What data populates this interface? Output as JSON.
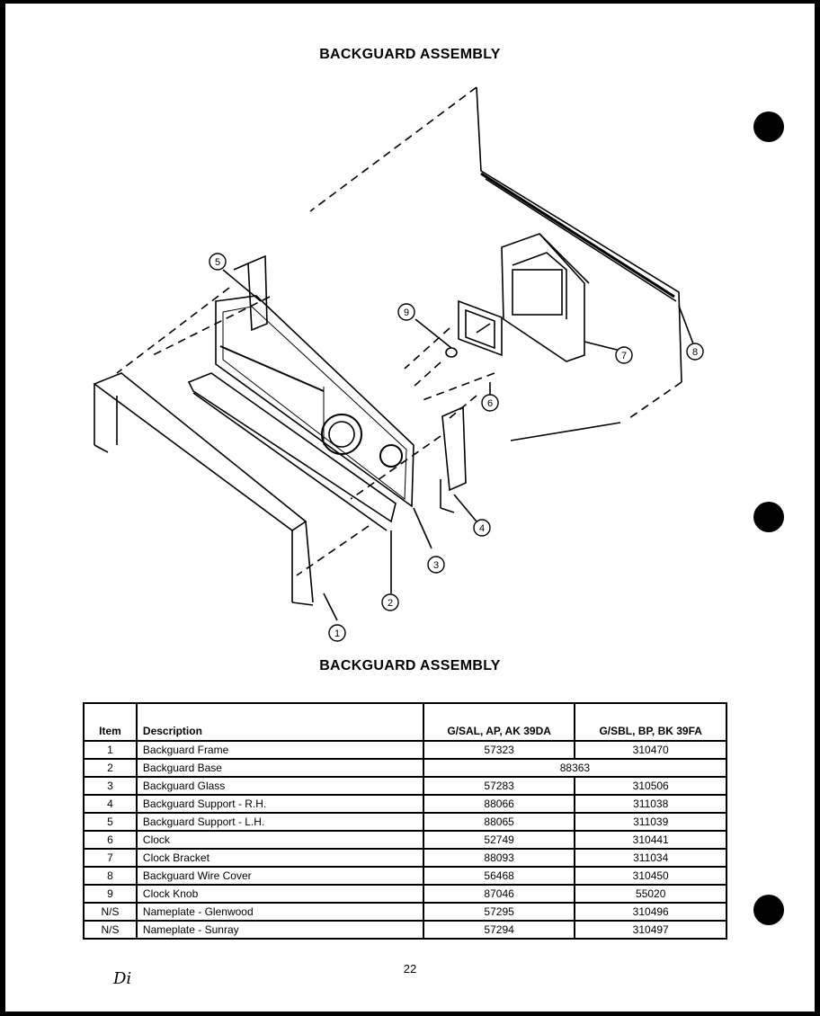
{
  "page": {
    "top_title": "BACKGUARD ASSEMBLY",
    "table_title": "BACKGUARD ASSEMBLY",
    "page_number": "22",
    "signature": "Di"
  },
  "diagram": {
    "callouts": [
      "1",
      "2",
      "3",
      "4",
      "5",
      "6",
      "7",
      "8",
      "9"
    ]
  },
  "table": {
    "headers": {
      "item": "Item",
      "description": "Description",
      "col_a": "G/SAL, AP, AK 39DA",
      "col_b": "G/SBL, BP, BK 39FA"
    },
    "rows": [
      {
        "item": "1",
        "description": "Backguard Frame",
        "a": "57323",
        "b": "310470"
      },
      {
        "item": "2",
        "description": "Backguard Base",
        "shared": "88363"
      },
      {
        "item": "3",
        "description": "Backguard Glass",
        "a": "57283",
        "b": "310506"
      },
      {
        "item": "4",
        "description": "Backguard Support - R.H.",
        "a": "88066",
        "b": "311038"
      },
      {
        "item": "5",
        "description": "Backguard Support - L.H.",
        "a": "88065",
        "b": "311039"
      },
      {
        "item": "6",
        "description": "Clock",
        "a": "52749",
        "b": "310441"
      },
      {
        "item": "7",
        "description": "Clock Bracket",
        "a": "88093",
        "b": "311034"
      },
      {
        "item": "8",
        "description": "Backguard Wire Cover",
        "a": "56468",
        "b": "310450"
      },
      {
        "item": "9",
        "description": "Clock Knob",
        "a": "87046",
        "b": "55020"
      },
      {
        "item": "N/S",
        "description": "Nameplate - Glenwood",
        "a": "57295",
        "b": "310496"
      },
      {
        "item": "N/S",
        "description": "Nameplate - Sunray",
        "a": "57294",
        "b": "310497"
      }
    ]
  }
}
